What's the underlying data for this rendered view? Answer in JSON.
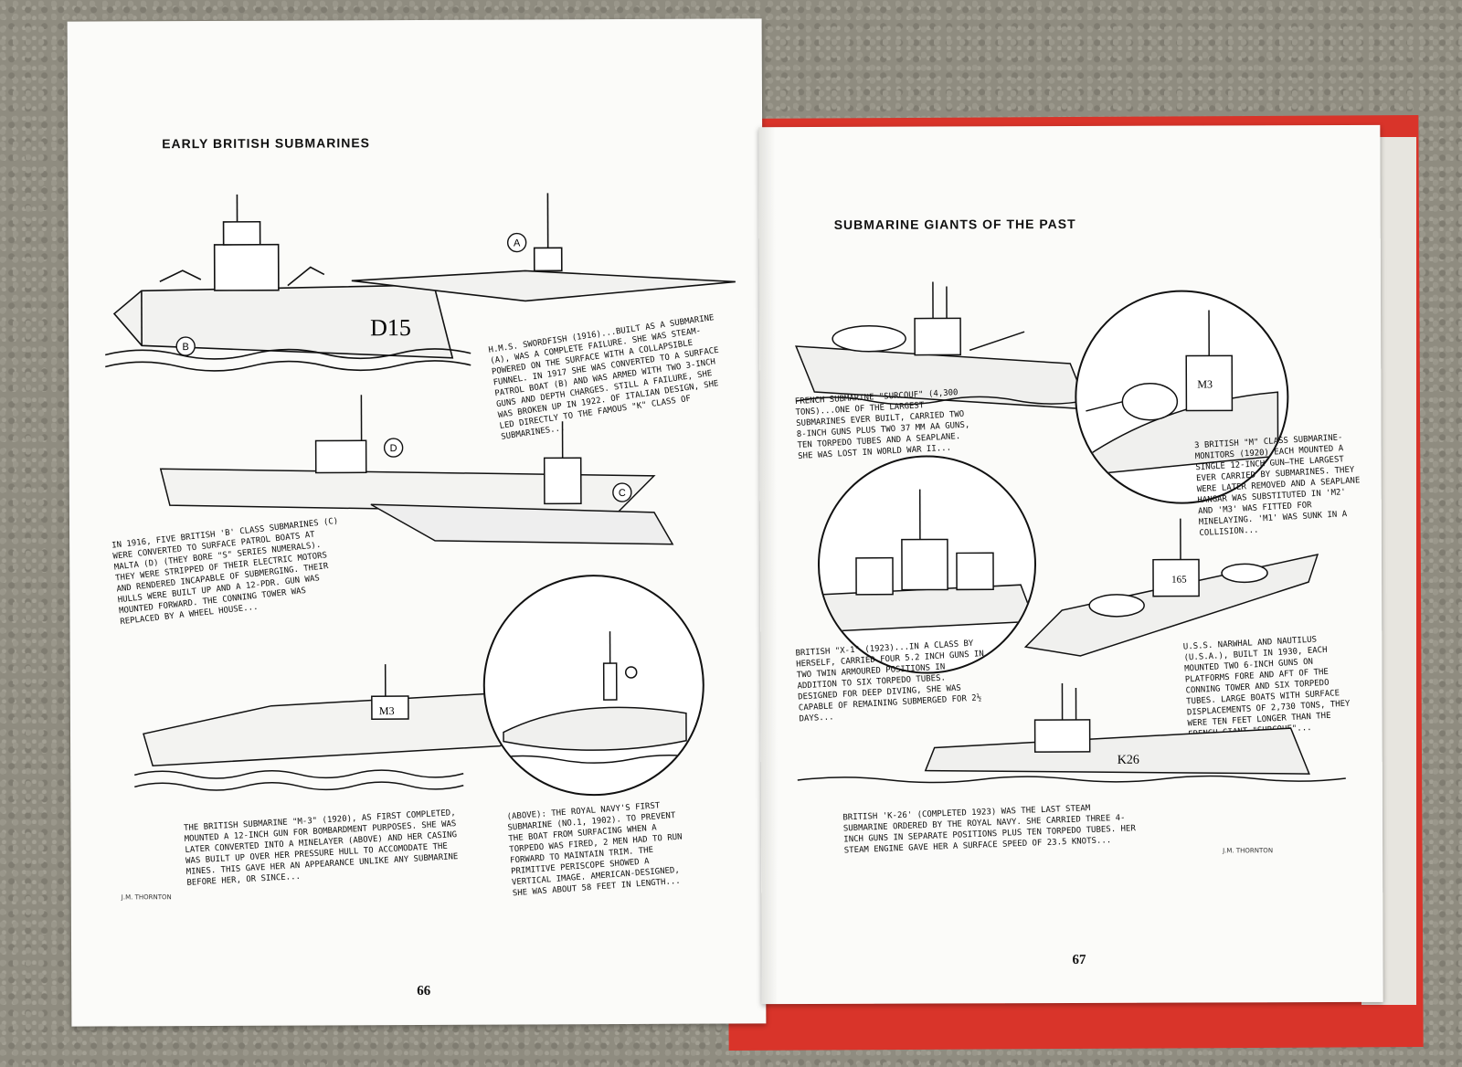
{
  "left_page": {
    "heading": "EARLY BRITISH SUBMARINES",
    "page_number": "66",
    "signature": "J.M. THORNTON",
    "hull_labels": [
      "D15",
      "M3"
    ],
    "markers": [
      "A",
      "B",
      "C",
      "D"
    ],
    "captions": {
      "swordfish": "H.M.S. SWORDFISH (1916)...BUILT AS A SUBMARINE (A), WAS A COMPLETE FAILURE. SHE WAS STEAM-POWERED ON THE SURFACE WITH A COLLAPSIBLE FUNNEL. IN 1917 SHE WAS CONVERTED TO A SURFACE PATROL BOAT (B) AND WAS ARMED WITH TWO 3-INCH GUNS AND DEPTH CHARGES. STILL A FAILURE, SHE WAS BROKEN UP IN 1922. OF ITALIAN DESIGN, SHE LED DIRECTLY TO THE FAMOUS \"K\" CLASS OF SUBMARINES...",
      "b_class": "IN 1916, FIVE BRITISH 'B' CLASS SUBMARINES (C) WERE CONVERTED TO SURFACE PATROL BOATS AT MALTA (D) (THEY BORE \"S\" SERIES NUMERALS). THEY WERE STRIPPED OF THEIR ELECTRIC MOTORS AND RENDERED INCAPABLE OF SUBMERGING. THEIR HULLS WERE BUILT UP AND A 12-PDR. GUN WAS MOUNTED FORWARD. THE CONNING TOWER WAS REPLACED BY A WHEEL HOUSE...",
      "m3": "THE BRITISH SUBMARINE \"M-3\" (1920), AS FIRST COMPLETED, MOUNTED A 12-INCH GUN FOR BOMBARDMENT PURPOSES. SHE WAS LATER CONVERTED INTO A MINELAYER (ABOVE) AND HER CASING WAS BUILT UP OVER HER PRESSURE HULL TO ACCOMODATE THE MINES. THIS GAVE HER AN APPEARANCE UNLIKE ANY SUBMARINE BEFORE HER, OR SINCE...",
      "first_sub": "(ABOVE): THE ROYAL NAVY'S FIRST SUBMARINE (NO.1, 1902). TO PREVENT THE BOAT FROM SURFACING WHEN A TORPEDO WAS FIRED, 2 MEN HAD TO RUN FORWARD TO MAINTAIN TRIM. THE PRIMITIVE PERISCOPE SHOWED A VERTICAL IMAGE. AMERICAN-DESIGNED, SHE WAS ABOUT 58 FEET IN LENGTH..."
    }
  },
  "right_page": {
    "heading": "SUBMARINE GIANTS OF THE PAST",
    "page_number": "67",
    "signature": "J.M. THORNTON",
    "hull_labels": [
      "M3",
      "K26",
      "165"
    ],
    "captions": {
      "surcouf": "FRENCH SUBMARINE \"SURCOUF\" (4,300 TONS)...ONE OF THE LARGEST SUBMARINES EVER BUILT, CARRIED TWO 8-INCH GUNS PLUS TWO 37 MM AA GUNS, TEN TORPEDO TUBES AND A SEAPLANE. SHE WAS LOST IN WORLD WAR II...",
      "m_class": "3 BRITISH \"M\" CLASS SUBMARINE-MONITORS (1920) EACH MOUNTED A SINGLE 12-INCH GUN—THE LARGEST EVER CARRIED BY SUBMARINES. THEY WERE LATER REMOVED AND A SEAPLANE HANGAR WAS SUBSTITUTED IN 'M2' AND 'M3' WAS FITTED FOR MINELAYING. 'M1' WAS SUNK IN A COLLISION...",
      "x1": "BRITISH \"X-1\" (1923)...IN A CLASS BY HERSELF, CARRIED FOUR 5.2 INCH GUNS IN TWO TWIN ARMOURED POSITIONS IN ADDITION TO SIX TORPEDO TUBES. DESIGNED FOR DEEP DIVING, SHE WAS CAPABLE OF REMAINING SUBMERGED FOR 2½ DAYS...",
      "narwhal": "U.S.S. NARWHAL AND NAUTILUS (U.S.A.), BUILT IN 1930, EACH MOUNTED TWO 6-INCH GUNS ON PLATFORMS FORE AND AFT OF THE CONNING TOWER AND SIX TORPEDO TUBES. LARGE BOATS WITH SURFACE DISPLACEMENTS OF 2,730 TONS, THEY WERE TEN FEET LONGER THAN THE FRENCH GIANT \"SURCOUF\"...",
      "k26": "BRITISH 'K-26' (COMPLETED 1923) WAS THE LAST STEAM SUBMARINE ORDERED BY THE ROYAL NAVY. SHE CARRIED THREE 4-INCH GUNS IN SEPARATE POSITIONS PLUS TEN TORPEDO TUBES. HER STEAM ENGINE GAVE HER A SURFACE SPEED OF 23.5 KNOTS..."
    }
  },
  "colors": {
    "cover": "#d9342a",
    "paper": "#fbfbf9",
    "ink": "#111111",
    "carpet": "#8f8c80"
  }
}
